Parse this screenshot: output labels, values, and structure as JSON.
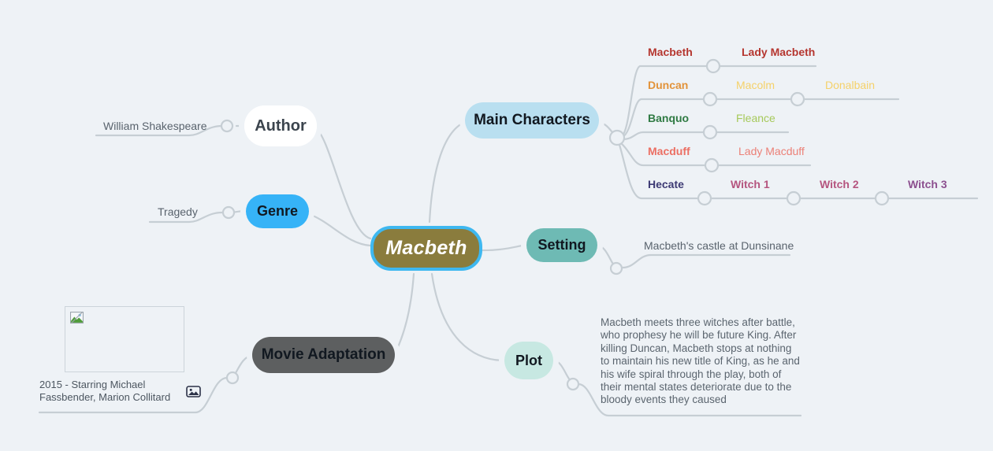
{
  "theme": {
    "background": "#eef2f6",
    "edge_color": "#c6ced4",
    "root_fill": "#8a7c3d",
    "root_border": "#3eb8f0",
    "leaf_text": "#59636d"
  },
  "root": {
    "label": "Macbeth"
  },
  "branches": [
    {
      "id": "author",
      "label": "Author",
      "fill": "#ffffff",
      "leaves": [
        {
          "label": "William Shakespeare",
          "color": "#59636d",
          "bold": false
        }
      ]
    },
    {
      "id": "genre",
      "label": "Genre",
      "fill": "#36b3f7",
      "leaves": [
        {
          "label": "Tragedy",
          "color": "#59636d",
          "bold": false
        }
      ]
    },
    {
      "id": "main-characters",
      "label": "Main Characters",
      "fill": "#b9dff0",
      "rows": [
        {
          "items": [
            {
              "label": "Macbeth",
              "color": "#b5362f",
              "bold": true
            },
            {
              "label": "Lady Macbeth",
              "color": "#b5362f",
              "bold": true
            }
          ]
        },
        {
          "items": [
            {
              "label": "Duncan",
              "color": "#e2933a",
              "bold": true
            },
            {
              "label": "Macolm",
              "color": "#f5d169",
              "bold": false
            },
            {
              "label": "Donalbain",
              "color": "#f5d169",
              "bold": false
            }
          ]
        },
        {
          "items": [
            {
              "label": "Banquo",
              "color": "#2f7a43",
              "bold": true
            },
            {
              "label": "Fleance",
              "color": "#a6c95a",
              "bold": false
            }
          ]
        },
        {
          "items": [
            {
              "label": "Macduff",
              "color": "#ec6f63",
              "bold": true
            },
            {
              "label": "Lady Macduff",
              "color": "#ec8077",
              "bold": false
            }
          ]
        },
        {
          "items": [
            {
              "label": "Hecate",
              "color": "#3d3a74",
              "bold": true
            },
            {
              "label": "Witch 1",
              "color": "#b5557f",
              "bold": true
            },
            {
              "label": "Witch 2",
              "color": "#b5557f",
              "bold": true
            },
            {
              "label": "Witch 3",
              "color": "#8c4f8f",
              "bold": true
            }
          ]
        }
      ]
    },
    {
      "id": "setting",
      "label": "Setting",
      "fill": "#6ebab4",
      "leaves": [
        {
          "label": "Macbeth's castle at Dunsinane",
          "color": "#59636d",
          "bold": false
        }
      ]
    },
    {
      "id": "movie-adaptation",
      "label": "Movie Adaptation",
      "fill": "#5d5f60",
      "attachment": {
        "type": "image-placeholder",
        "icon": "broken-image-icon",
        "badge_icon": "image-icon",
        "caption": "2015 - Starring Michael Fassbender, Marion Collitard"
      }
    },
    {
      "id": "plot",
      "label": "Plot",
      "fill": "#c7e8e2",
      "leaves": [
        {
          "label": "Macbeth meets three witches after battle, who prophesy he will be future King. After killing Duncan, Macbeth stops at nothing to maintain his new title of King, as he and his wife spiral through the play, both of their mental states deteriorate due to the bloody events they caused",
          "color": "#5b656f",
          "bold": false
        }
      ]
    }
  ]
}
